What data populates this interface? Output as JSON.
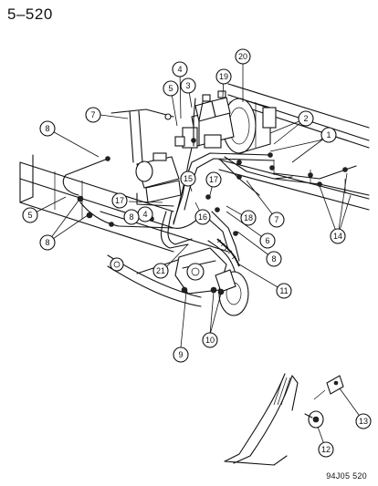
{
  "page_number": "5–520",
  "figure_code": "94J05 520",
  "callouts": [
    "1",
    "2",
    "3",
    "4",
    "5",
    "6",
    "7",
    "8",
    "9",
    "10",
    "11",
    "12",
    "13",
    "14",
    "15",
    "16",
    "17",
    "18",
    "19",
    "20",
    "21"
  ]
}
